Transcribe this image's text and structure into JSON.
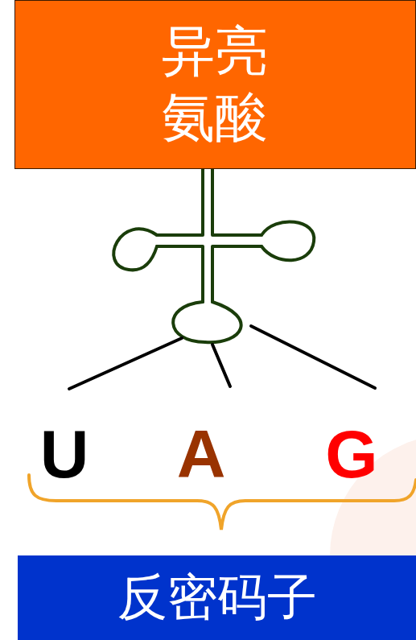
{
  "diagram": {
    "nodes": [
      {
        "text": [
          "异亮 氨酸"
        ]
      },
      {
        "text": [
          "反密码子"
        ]
      }
    ],
    "labels": [
      "U",
      "A",
      "G"
    ]
  }
}
